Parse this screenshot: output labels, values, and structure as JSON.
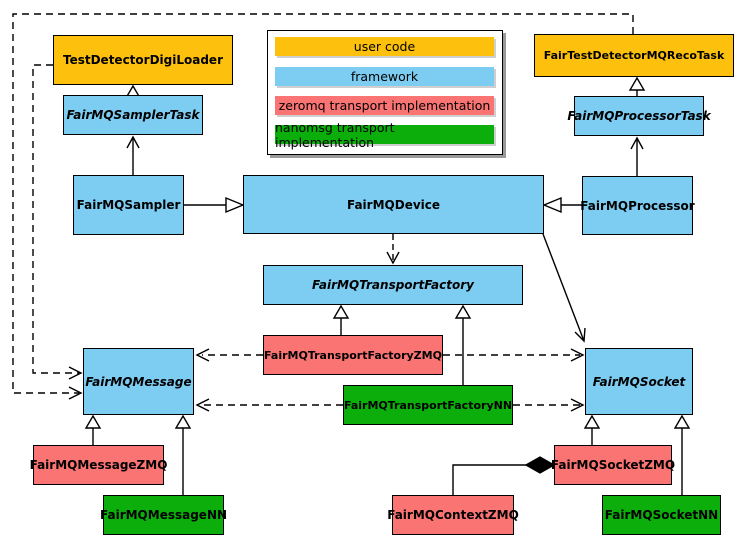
{
  "colors": {
    "user_code": "#FCC00D",
    "framework": "#7DCCF2",
    "zeromq": "#F97472",
    "nanomsg": "#0BAE0B",
    "line": "#000000"
  },
  "legend": {
    "items": [
      {
        "label": "user code",
        "color_key": "user_code"
      },
      {
        "label": "framework",
        "color_key": "framework"
      },
      {
        "label": "zeromq transport implementation",
        "color_key": "zeromq"
      },
      {
        "label": "nanomsg transport implementation",
        "color_key": "nanomsg"
      }
    ]
  },
  "nodes": {
    "testDetectorDigiLoader": {
      "label": "TestDetectorDigiLoader",
      "category": "user_code",
      "abstract": false
    },
    "fairTestDetectorMQRecoTask": {
      "label": "FairTestDetectorMQRecoTask",
      "category": "user_code",
      "abstract": false
    },
    "fairMQSamplerTask": {
      "label": "FairMQSamplerTask",
      "category": "framework",
      "abstract": true
    },
    "fairMQProcessorTask": {
      "label": "FairMQProcessorTask",
      "category": "framework",
      "abstract": true
    },
    "fairMQSampler": {
      "label": "FairMQSampler",
      "category": "framework",
      "abstract": false
    },
    "fairMQDevice": {
      "label": "FairMQDevice",
      "category": "framework",
      "abstract": false
    },
    "fairMQProcessor": {
      "label": "FairMQProcessor",
      "category": "framework",
      "abstract": false
    },
    "fairMQTransportFactory": {
      "label": "FairMQTransportFactory",
      "category": "framework",
      "abstract": true
    },
    "fairMQTransportFactoryZMQ": {
      "label": "FairMQTransportFactoryZMQ",
      "category": "zeromq",
      "abstract": false
    },
    "fairMQTransportFactoryNN": {
      "label": "FairMQTransportFactoryNN",
      "category": "nanomsg",
      "abstract": false
    },
    "fairMQMessage": {
      "label": "FairMQMessage",
      "category": "framework",
      "abstract": true
    },
    "fairMQSocket": {
      "label": "FairMQSocket",
      "category": "framework",
      "abstract": true
    },
    "fairMQMessageZMQ": {
      "label": "FairMQMessageZMQ",
      "category": "zeromq",
      "abstract": false
    },
    "fairMQMessageNN": {
      "label": "FairMQMessageNN",
      "category": "nanomsg",
      "abstract": false
    },
    "fairMQContextZMQ": {
      "label": "FairMQContextZMQ",
      "category": "zeromq",
      "abstract": false
    },
    "fairMQSocketZMQ": {
      "label": "FairMQSocketZMQ",
      "category": "zeromq",
      "abstract": false
    },
    "fairMQSocketNN": {
      "label": "FairMQSocketNN",
      "category": "nanomsg",
      "abstract": false
    }
  },
  "relations": [
    {
      "from": "FairMQSamplerTask",
      "to": "TestDetectorDigiLoader",
      "type": "generalization"
    },
    {
      "from": "FairMQSampler",
      "to": "FairMQSamplerTask",
      "type": "association-arrow"
    },
    {
      "from": "FairMQProcessorTask",
      "to": "FairTestDetectorMQRecoTask",
      "type": "generalization"
    },
    {
      "from": "FairMQProcessor",
      "to": "FairMQProcessorTask",
      "type": "association-arrow"
    },
    {
      "from": "FairMQSampler",
      "to": "FairMQDevice",
      "type": "generalization"
    },
    {
      "from": "FairMQProcessor",
      "to": "FairMQDevice",
      "type": "generalization"
    },
    {
      "from": "FairMQDevice",
      "to": "FairMQTransportFactory",
      "type": "dashed-dependency"
    },
    {
      "from": "FairMQDevice",
      "to": "FairMQSocket",
      "type": "association-arrow"
    },
    {
      "from": "FairMQTransportFactoryZMQ",
      "to": "FairMQTransportFactory",
      "type": "generalization"
    },
    {
      "from": "FairMQTransportFactoryNN",
      "to": "FairMQTransportFactory",
      "type": "generalization"
    },
    {
      "from": "FairMQTransportFactoryZMQ",
      "to": "FairMQMessage",
      "type": "dashed-dependency"
    },
    {
      "from": "FairMQTransportFactoryZMQ",
      "to": "FairMQSocket",
      "type": "dashed-dependency"
    },
    {
      "from": "FairMQTransportFactoryNN",
      "to": "FairMQMessage",
      "type": "dashed-dependency"
    },
    {
      "from": "FairMQTransportFactoryNN",
      "to": "FairMQSocket",
      "type": "dashed-dependency"
    },
    {
      "from": "TestDetectorDigiLoader",
      "to": "FairMQMessage",
      "type": "dashed-dependency"
    },
    {
      "from": "FairTestDetectorMQRecoTask",
      "to": "FairMQMessage",
      "type": "dashed-dependency"
    },
    {
      "from": "FairMQMessageZMQ",
      "to": "FairMQMessage",
      "type": "generalization"
    },
    {
      "from": "FairMQMessageNN",
      "to": "FairMQMessage",
      "type": "generalization"
    },
    {
      "from": "FairMQSocketZMQ",
      "to": "FairMQSocket",
      "type": "generalization"
    },
    {
      "from": "FairMQSocketNN",
      "to": "FairMQSocket",
      "type": "generalization"
    },
    {
      "from": "FairMQContextZMQ",
      "to": "FairMQSocketZMQ",
      "type": "composition"
    }
  ]
}
